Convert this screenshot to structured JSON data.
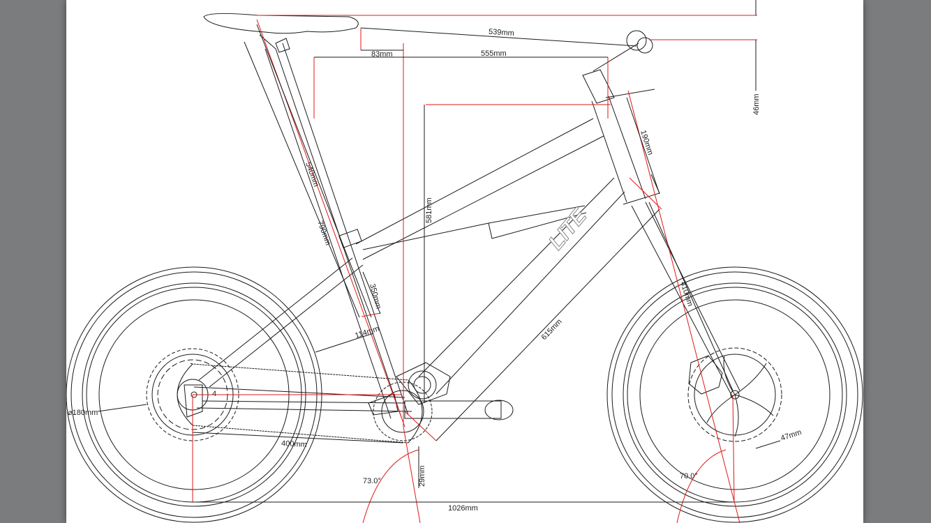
{
  "drawing": {
    "brand": "LITE",
    "dimensions": {
      "d539": "539mm",
      "d83": "83mm",
      "d555": "555mm",
      "d46": "46mm",
      "d190": "190mm",
      "d540": "540mm",
      "d790": "790mm",
      "d581": "581mm",
      "d350": "350mm",
      "d114": "114mm",
      "d410": "410mm",
      "d615": "615mm",
      "d180": "⌀180mm",
      "d400": "400mm",
      "d47": "47mm",
      "d29": "29mm",
      "d1026": "1026mm",
      "a73": "73.0°",
      "a70": "70.0°",
      "d4": "4"
    }
  }
}
